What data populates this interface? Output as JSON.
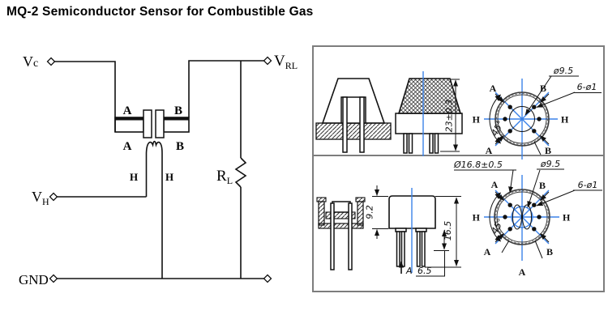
{
  "title": "MQ-2 Semiconductor Sensor for Combustible Gas",
  "colors": {
    "drawing_line": "#111111",
    "centerline_blue": "#3b82e8",
    "panel_border": "#7d7d7d"
  },
  "circuit": {
    "supply_label_main": "V",
    "supply_label_sub": "c",
    "output_label_main": "V",
    "output_label_sub": "RL",
    "heater_supply_main": "V",
    "heater_supply_sub": "H",
    "ground_label": "GND",
    "load_resistor_main": "R",
    "load_resistor_sub": "L",
    "electrode_a_top": "A",
    "electrode_b_top": "B",
    "electrode_a_bottom": "A",
    "electrode_b_bottom": "B",
    "heater_pin_left": "H",
    "heater_pin_right": "H"
  },
  "structure_a": {
    "height_dim": "23±0.3",
    "bottom_view": {
      "cap_diameter": "ø9.5",
      "pin_spec": "6-ø1",
      "pin_angle": "45°",
      "pin_a_top": "A",
      "pin_b_top": "B",
      "pin_a_bottom": "A",
      "pin_b_bottom": "B",
      "pin_h_left": "H",
      "pin_h_right": "H"
    }
  },
  "structure_b": {
    "body_height_dim": "9.2",
    "total_height_dim": "16.5",
    "pin_length_dim": "6.5",
    "pin_marker": "A",
    "bottom_view": {
      "body_diameter": "Ø16.8±0.5",
      "cap_diameter": "ø9.5",
      "pin_spec": "6-ø1",
      "pin_angle": "45°",
      "pin_a_top": "A",
      "pin_b_top": "B",
      "pin_a_bottom": "A",
      "pin_b_bottom": "B",
      "pin_h_left": "H",
      "pin_h_right": "H",
      "axis_label": "A"
    }
  }
}
